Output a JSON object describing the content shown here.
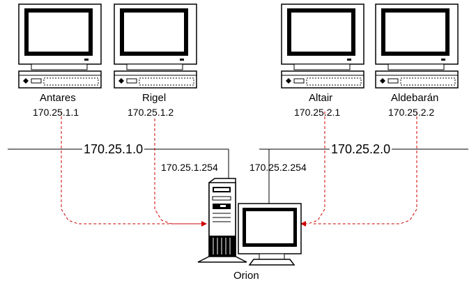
{
  "hosts": [
    {
      "name": "Antares",
      "ip": "170.25.1.1"
    },
    {
      "name": "Rigel",
      "ip": "170.25.1.2"
    },
    {
      "name": "Altair",
      "ip": "170.25.2.1"
    },
    {
      "name": "Aldebarán",
      "ip": "170.25.2.2"
    }
  ],
  "networks": [
    {
      "label": "170.25.1.0"
    },
    {
      "label": "170.25.2.0"
    }
  ],
  "router": {
    "name": "Orion",
    "interfaces": [
      "170.25.1.254",
      "170.25.2.254"
    ]
  },
  "colors": {
    "line": "#000000",
    "route": "#cc0000",
    "screen": "#ffffff",
    "background": "#ffffff"
  }
}
